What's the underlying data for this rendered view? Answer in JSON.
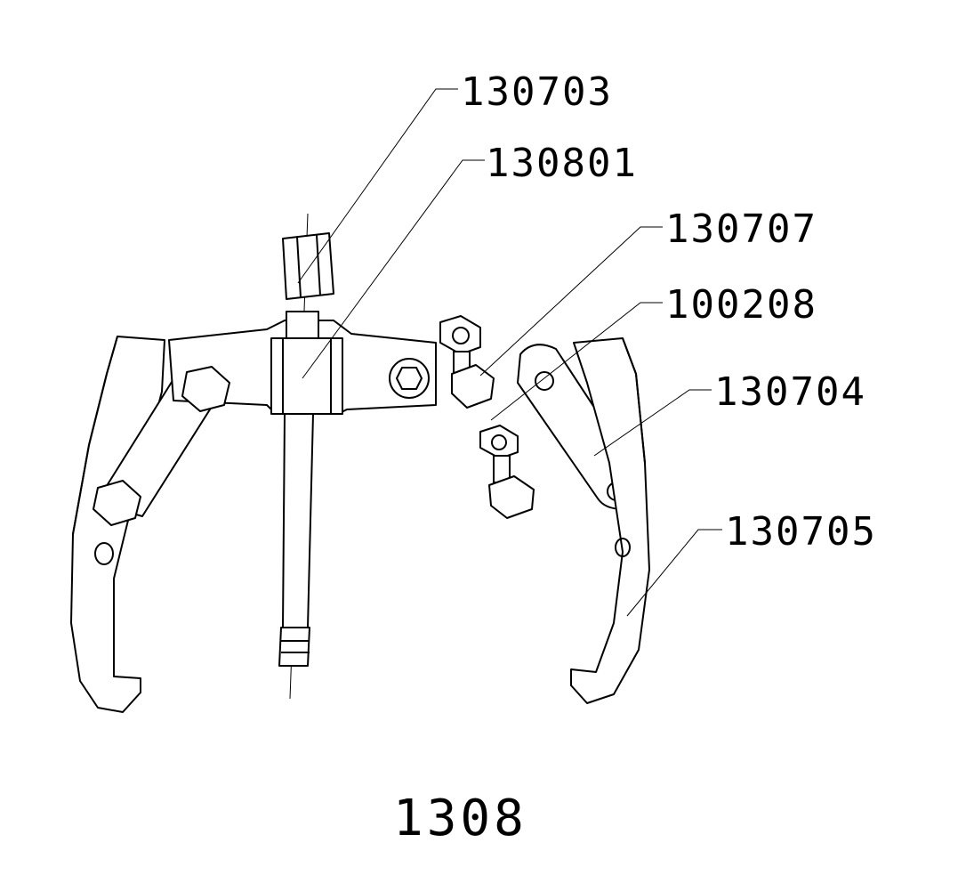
{
  "drawing": {
    "title": "1308",
    "part_labels": [
      {
        "id": "130703",
        "text": "130703"
      },
      {
        "id": "130801",
        "text": "130801"
      },
      {
        "id": "130707",
        "text": "130707"
      },
      {
        "id": "100208",
        "text": "100208"
      },
      {
        "id": "130704",
        "text": "130704"
      },
      {
        "id": "130705",
        "text": "130705"
      }
    ]
  }
}
